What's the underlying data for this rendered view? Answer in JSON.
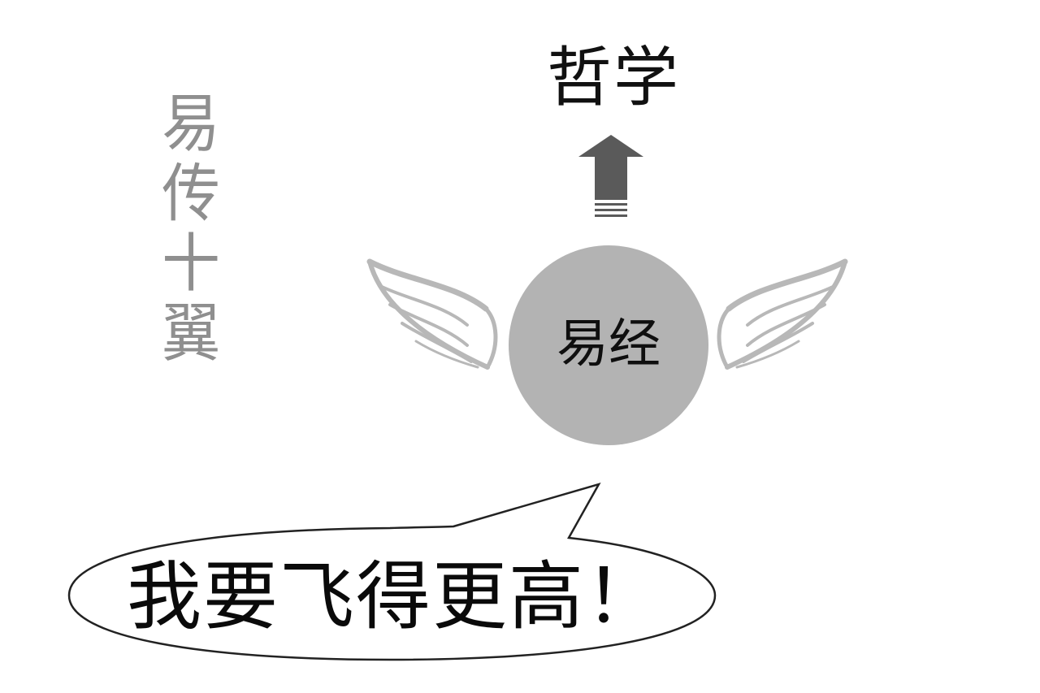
{
  "vertical_title": [
    "易",
    "传",
    "十",
    "翼"
  ],
  "top_label": "哲学",
  "center_label": "易经",
  "speech_bubble_text": "我要飞得更高！",
  "colors": {
    "vertical_title": "#8f8f8f",
    "circle_fill": "#b3b3b3",
    "arrow_fill": "#5a5a5a",
    "wing_stroke": "#b8b8b8",
    "bubble_stroke": "#222222",
    "text": "#111111"
  },
  "icons": [
    "up-arrow-icon",
    "left-wing-icon",
    "right-wing-icon"
  ]
}
